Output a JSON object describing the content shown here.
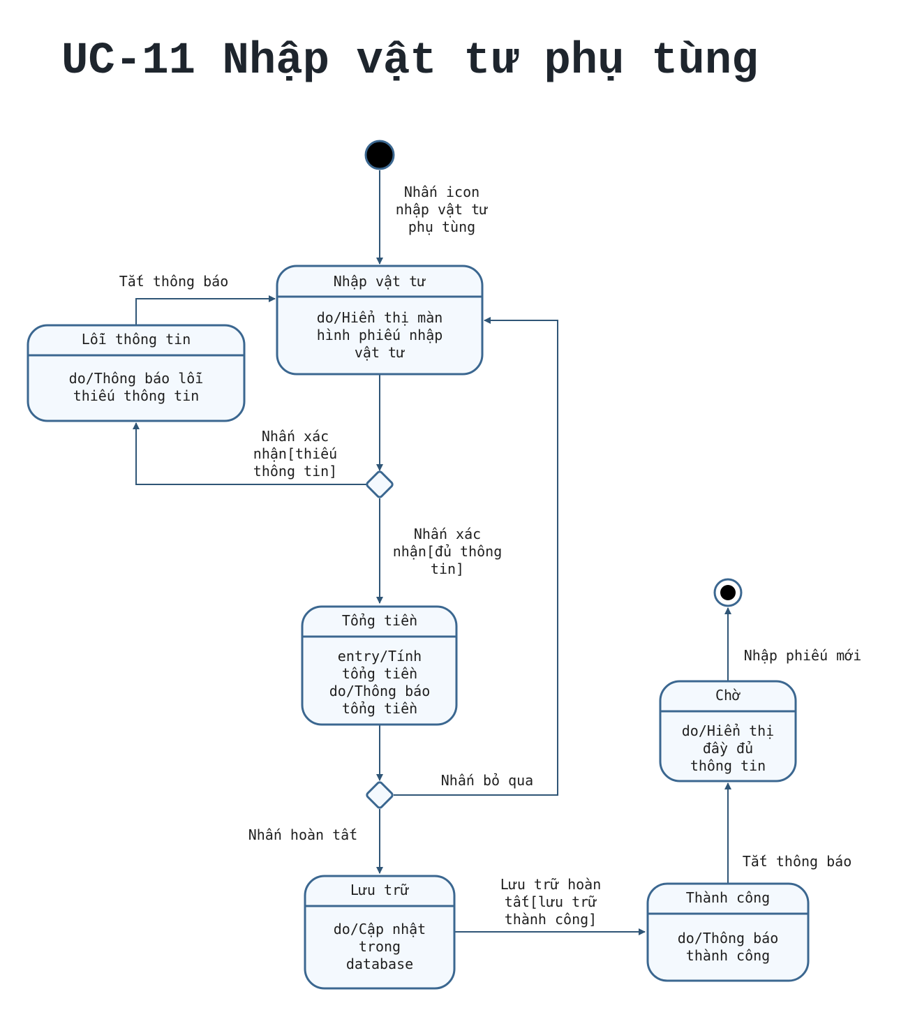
{
  "title": "UC-11 Nhập vật tư phụ tùng",
  "states": {
    "nhap_vat_tu": {
      "name": "Nhập vật tư",
      "activity": [
        "do/Hiển thị màn",
        "hình phiếu nhập",
        "vật tư"
      ]
    },
    "loi_thong_tin": {
      "name": "Lỗi thông tin",
      "activity": [
        "do/Thông báo lỗi",
        "thiếu thông tin"
      ]
    },
    "tong_tien": {
      "name": "Tổng tiền",
      "activity": [
        "entry/Tính",
        "tổng tiền",
        "do/Thông báo",
        "tổng tiền"
      ]
    },
    "luu_tru": {
      "name": "Lưu trữ",
      "activity": [
        "do/Cập nhật",
        "trong",
        "database"
      ]
    },
    "thanh_cong": {
      "name": "Thành công",
      "activity": [
        "do/Thông báo",
        "thành công"
      ]
    },
    "cho": {
      "name": "Chờ",
      "activity": [
        "do/Hiển thị",
        "đầy đủ",
        "thông tin"
      ]
    }
  },
  "transitions": {
    "start_to_nhap": [
      "Nhấn icon",
      "nhập vật tư",
      "phụ tùng"
    ],
    "loi_to_nhap": [
      "Tắt thông báo"
    ],
    "decision_to_loi": [
      "Nhấn xác",
      "nhận[thiếu",
      "thông tin]"
    ],
    "decision_to_tong": [
      "Nhấn xác",
      "nhận[đủ thông",
      "tin]"
    ],
    "bo_qua": [
      "Nhấn bỏ qua"
    ],
    "hoan_tat": [
      "Nhấn hoàn tất"
    ],
    "luu_to_thanh_cong": [
      "Lưu trữ hoàn",
      "tất[lưu trữ",
      "thành công]"
    ],
    "thanh_cong_to_cho": [
      "Tắt thông báo"
    ],
    "cho_to_end": [
      "Nhập phiếu mới"
    ]
  }
}
